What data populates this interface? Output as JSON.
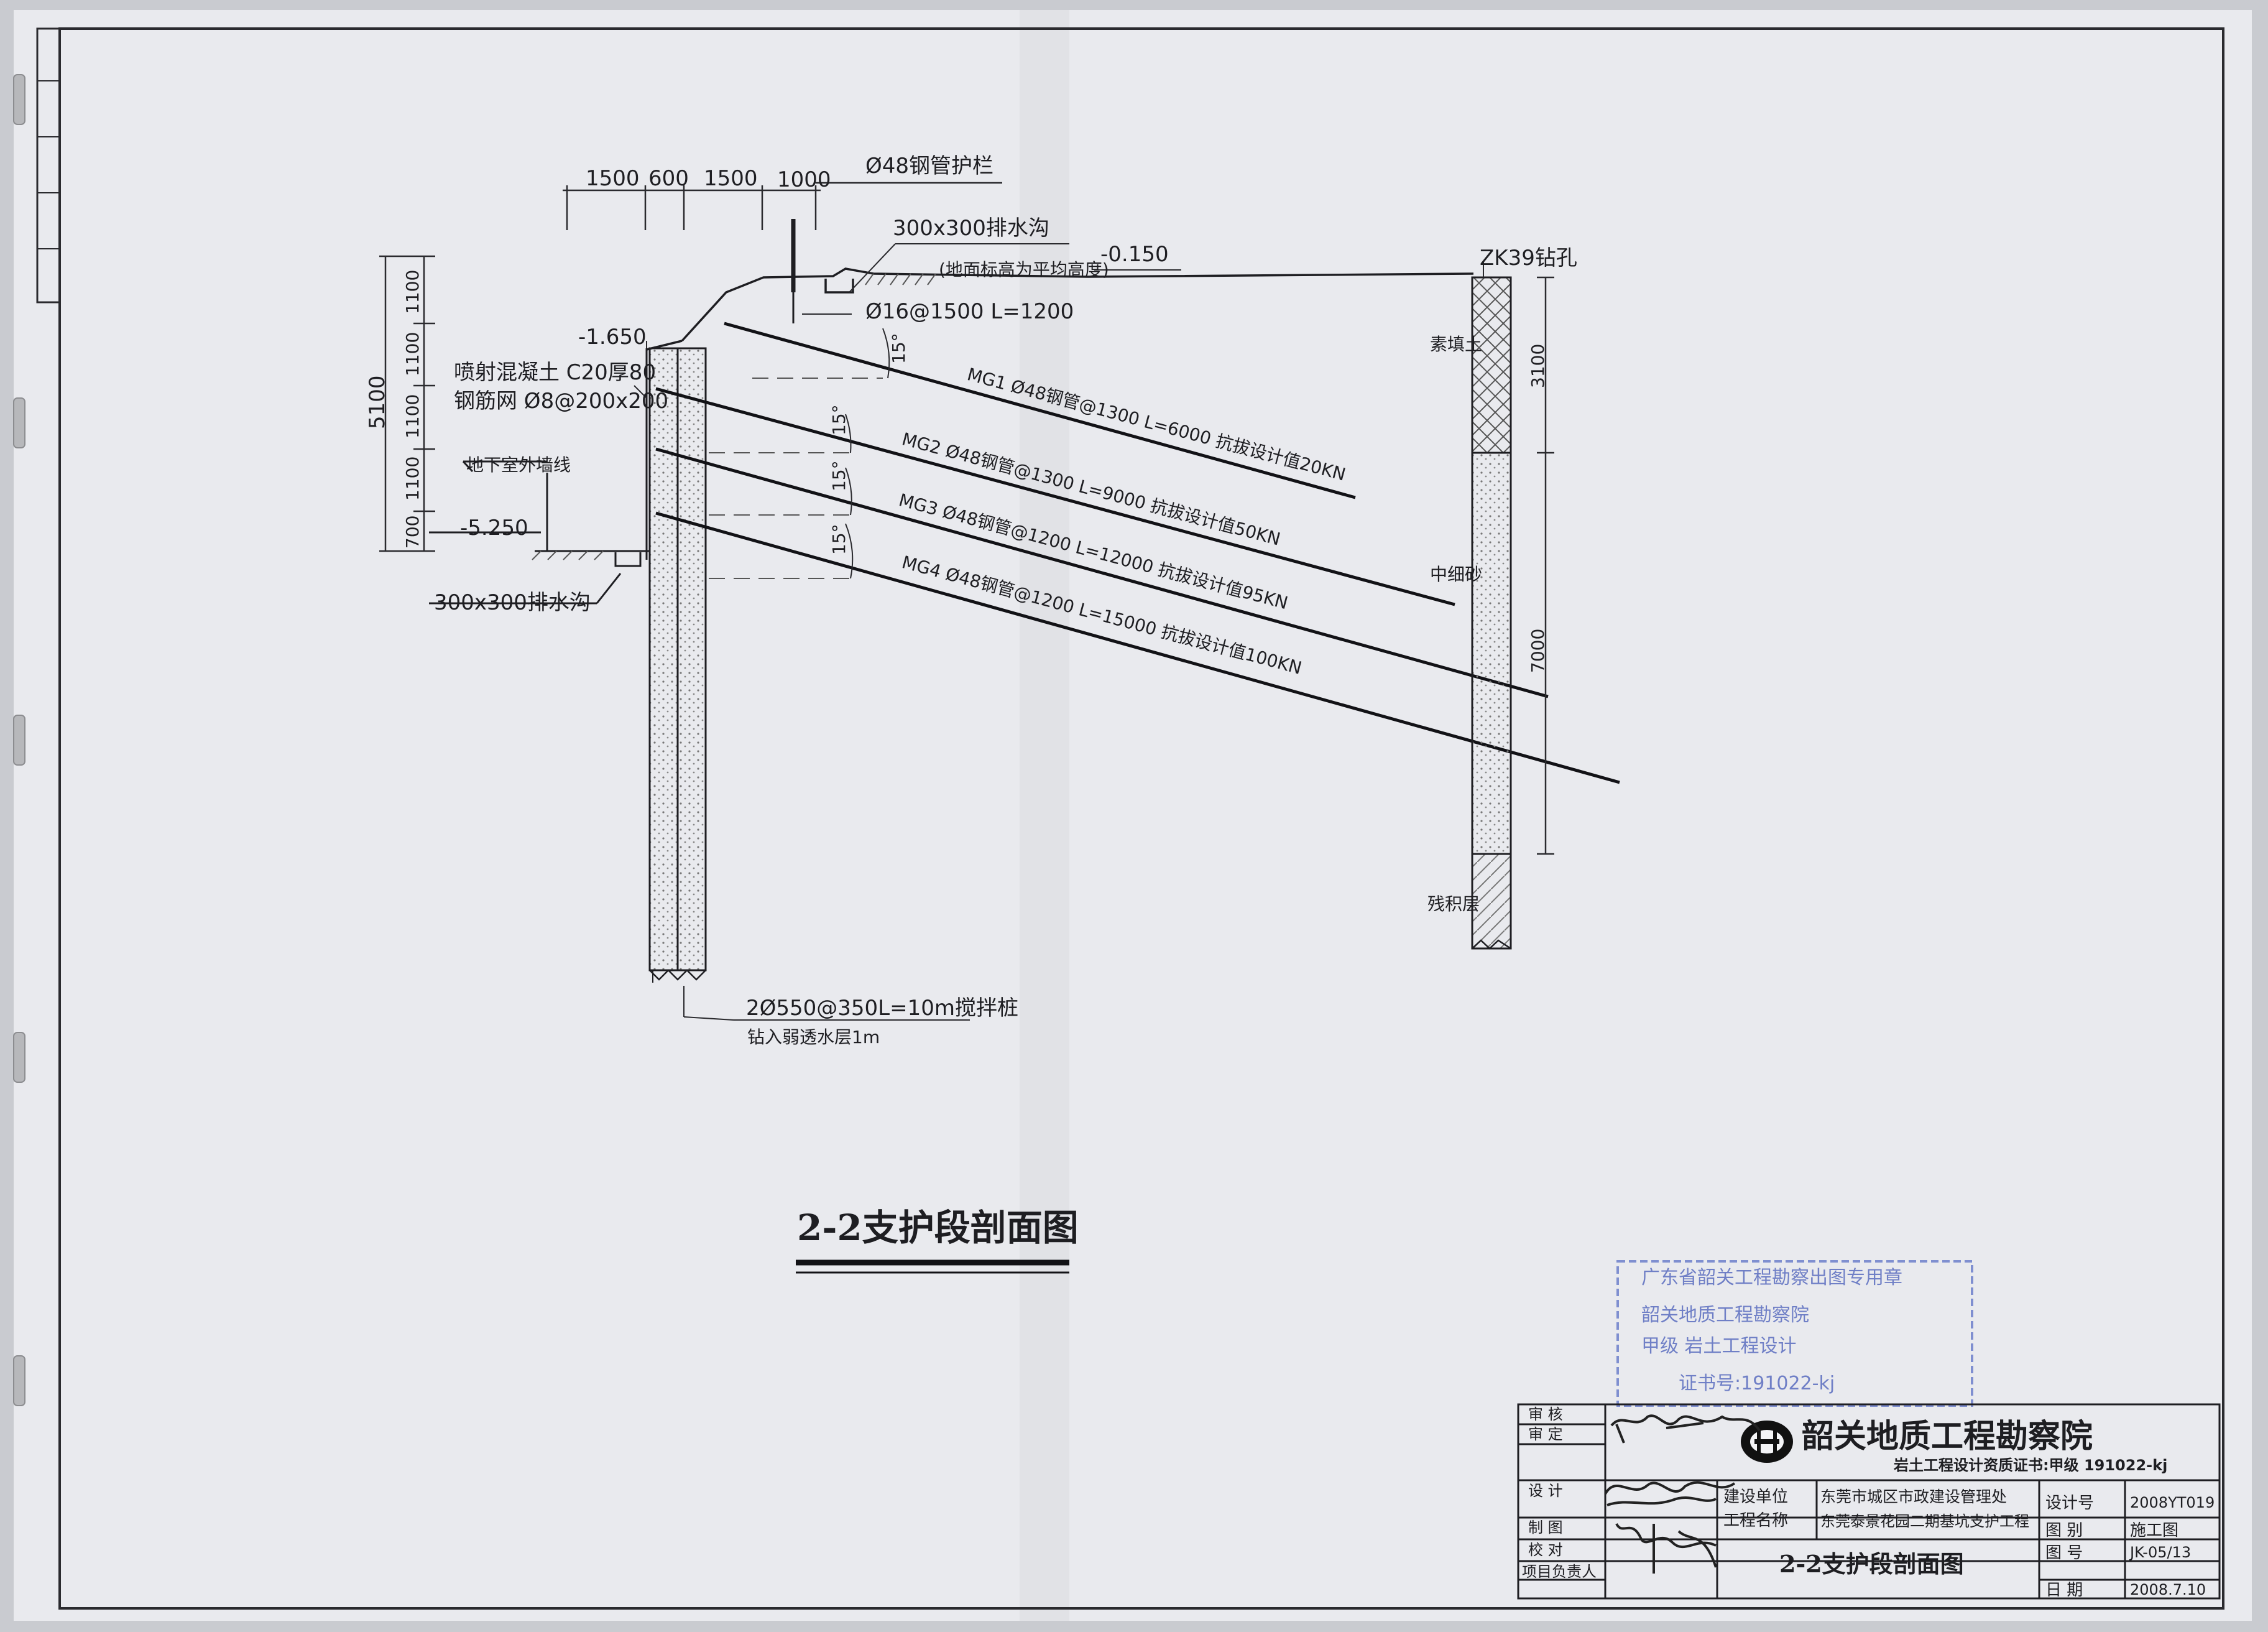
{
  "drawing": {
    "dims_top": [
      "1500",
      "600",
      "1500",
      "1000"
    ],
    "pipe_guard": "Ø48钢管护栏",
    "drain_top": "300x300排水沟",
    "ground_note": "(地面标高为平均高度)",
    "level_ground": "-0.150",
    "top_nail": "Ø16@1500 L=1200",
    "level_wall_top": "-1.650",
    "shotcrete_1": "喷射混凝土 C20厚80",
    "shotcrete_2": "钢筋网 Ø8@200x200",
    "basement_line": "地下室外墙线",
    "level_bottom": "-5.250",
    "drain_bottom": "300x300排水沟",
    "left_dims": [
      "1100",
      "1100",
      "1100",
      "1100",
      "700"
    ],
    "total_dim": "5100",
    "angle": "15°",
    "nails": [
      {
        "label": "MG1  Ø48钢管@1300 L=6000  抗拔设计值20KN"
      },
      {
        "label": "MG2  Ø48钢管@1300 L=9000  抗拔设计值50KN"
      },
      {
        "label": "MG3  Ø48钢管@1200 L=12000  抗拔设计值95KN"
      },
      {
        "label": "MG4  Ø48钢管@1200 L=15000  抗拔设计值100KN"
      }
    ],
    "pile_1": "2Ø550@350L=10m搅拌桩",
    "pile_2": "钻入弱透水层1m",
    "borehole": "ZK39钻孔",
    "soil_fill": "素填土",
    "soil_sand": "中细砂",
    "soil_residual": "残积层",
    "dim_3100": "3100",
    "dim_7000": "7000",
    "title": "2-2支护段剖面图"
  },
  "stamp": {
    "line1": "广东省韶关工程勘察出图专用章",
    "line2": "韶关地质工程勘察院",
    "line3": "甲级 岩土工程设计",
    "line4": "证书号:191022-kj"
  },
  "title_block": {
    "labels": [
      "审 核",
      "审 定",
      "设 计",
      "制 图",
      "校 对",
      "项目负责人"
    ],
    "org_name": "韶关地质工程勘察院",
    "cert": "岩土工程设计资质证书:甲级 191022-kj",
    "client_label": "建设单位",
    "client": "东莞市城区市政建设管理处",
    "project_label": "工程名称",
    "project": "东莞泰景花园二期基坑支护工程",
    "drawing_title": "2-2支护段剖面图",
    "design_no_label": "设计号",
    "design_no": "2008YT019",
    "category_label": "图 别",
    "category": "施工图",
    "sheet_no_label": "图 号",
    "sheet_no": "JK-05/13",
    "date_label": "日 期",
    "date": "2008.7.10"
  }
}
